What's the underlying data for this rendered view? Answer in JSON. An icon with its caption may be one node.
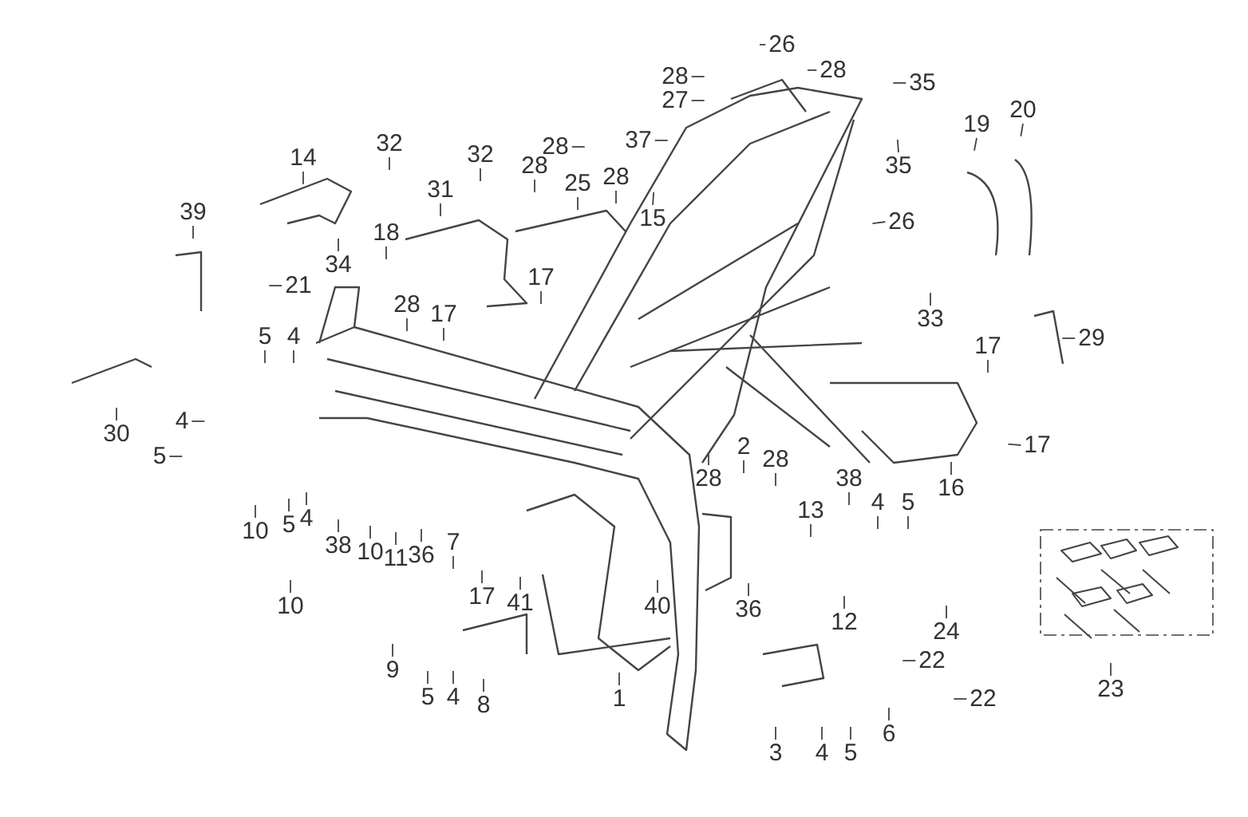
{
  "diagram": {
    "nodes": [
      {
        "text": [
          "26"
        ]
      },
      {
        "text": [
          "28"
        ]
      },
      {
        "text": [
          "28"
        ]
      },
      {
        "text": [
          "35"
        ]
      },
      {
        "text": [
          "27"
        ]
      },
      {
        "text": [
          "37"
        ]
      },
      {
        "text": [
          "19"
        ]
      },
      {
        "text": [
          "20"
        ]
      },
      {
        "text": [
          "28"
        ]
      },
      {
        "text": [
          "35"
        ]
      },
      {
        "text": [
          "32"
        ]
      },
      {
        "text": [
          "32"
        ]
      },
      {
        "text": [
          "14"
        ]
      },
      {
        "text": [
          "28"
        ]
      },
      {
        "text": [
          "25"
        ]
      },
      {
        "text": [
          "28"
        ]
      },
      {
        "text": [
          "31"
        ]
      },
      {
        "text": [
          "39"
        ]
      },
      {
        "text": [
          "15"
        ]
      },
      {
        "text": [
          "26"
        ]
      },
      {
        "text": [
          "18"
        ]
      },
      {
        "text": [
          "34"
        ]
      },
      {
        "text": [
          "21"
        ]
      },
      {
        "text": [
          "33"
        ]
      },
      {
        "text": [
          "17"
        ]
      },
      {
        "text": [
          "28"
        ]
      },
      {
        "text": [
          "17"
        ]
      },
      {
        "text": [
          "5"
        ]
      },
      {
        "text": [
          "4"
        ]
      },
      {
        "text": [
          "29"
        ]
      },
      {
        "text": [
          "17"
        ]
      },
      {
        "text": [
          "4"
        ]
      },
      {
        "text": [
          "30"
        ]
      },
      {
        "text": [
          "5"
        ]
      },
      {
        "text": [
          "17"
        ]
      },
      {
        "text": [
          "28"
        ]
      },
      {
        "text": [
          "2"
        ]
      },
      {
        "text": [
          "28"
        ]
      },
      {
        "text": [
          "13"
        ]
      },
      {
        "text": [
          "38"
        ]
      },
      {
        "text": [
          "4"
        ]
      },
      {
        "text": [
          "5"
        ]
      },
      {
        "text": [
          "16"
        ]
      },
      {
        "text": [
          "10"
        ]
      },
      {
        "text": [
          "5"
        ]
      },
      {
        "text": [
          "4"
        ]
      },
      {
        "text": [
          "38"
        ]
      },
      {
        "text": [
          "10"
        ]
      },
      {
        "text": [
          "11"
        ]
      },
      {
        "text": [
          "36"
        ]
      },
      {
        "text": [
          "7"
        ]
      },
      {
        "text": [
          "17"
        ]
      },
      {
        "text": [
          "41"
        ]
      },
      {
        "text": [
          "10"
        ]
      },
      {
        "text": [
          "40"
        ]
      },
      {
        "text": [
          "36"
        ]
      },
      {
        "text": [
          "12"
        ]
      },
      {
        "text": [
          "24"
        ]
      },
      {
        "text": [
          "22"
        ]
      },
      {
        "text": [
          "9"
        ]
      },
      {
        "text": [
          "5"
        ]
      },
      {
        "text": [
          "4"
        ]
      },
      {
        "text": [
          "8"
        ]
      },
      {
        "text": [
          "1"
        ]
      },
      {
        "text": [
          "22"
        ]
      },
      {
        "text": [
          "23"
        ]
      },
      {
        "text": [
          "6"
        ]
      },
      {
        "text": [
          "3"
        ]
      },
      {
        "text": [
          "4"
        ]
      },
      {
        "text": [
          "5"
        ]
      }
    ],
    "edges": [
      {
        "from": 0,
        "to": null,
        "arrow": "none"
      },
      {
        "from": 1,
        "to": null,
        "arrow": "none"
      },
      {
        "from": 2,
        "to": null,
        "arrow": "none"
      },
      {
        "from": 3,
        "to": null,
        "arrow": "none"
      },
      {
        "from": 4,
        "to": null,
        "arrow": "none"
      },
      {
        "from": 5,
        "to": null,
        "arrow": "none"
      },
      {
        "from": 6,
        "to": null,
        "arrow": "none"
      },
      {
        "from": 7,
        "to": null,
        "arrow": "none"
      },
      {
        "from": 8,
        "to": null,
        "arrow": "none"
      },
      {
        "from": 9,
        "to": null,
        "arrow": "none"
      },
      {
        "from": 10,
        "to": null,
        "arrow": "none"
      },
      {
        "from": 11,
        "to": null,
        "arrow": "none"
      },
      {
        "from": 12,
        "to": null,
        "arrow": "none"
      },
      {
        "from": 13,
        "to": null,
        "arrow": "none"
      },
      {
        "from": 14,
        "to": null,
        "arrow": "none"
      },
      {
        "from": 15,
        "to": null,
        "arrow": "none"
      },
      {
        "from": 16,
        "to": null,
        "arrow": "none"
      },
      {
        "from": 17,
        "to": null,
        "arrow": "none"
      },
      {
        "from": 18,
        "to": null,
        "arrow": "none"
      },
      {
        "from": 19,
        "to": null,
        "arrow": "none"
      },
      {
        "from": 20,
        "to": null,
        "arrow": "none"
      },
      {
        "from": 21,
        "to": null,
        "arrow": "none"
      },
      {
        "from": 22,
        "to": null,
        "arrow": "none"
      },
      {
        "from": 23,
        "to": null,
        "arrow": "none"
      },
      {
        "from": 24,
        "to": null,
        "arrow": "none"
      },
      {
        "from": 25,
        "to": null,
        "arrow": "none"
      },
      {
        "from": 26,
        "to": null,
        "arrow": "none"
      },
      {
        "from": 27,
        "to": null,
        "arrow": "none"
      },
      {
        "from": 28,
        "to": null,
        "arrow": "none"
      },
      {
        "from": 29,
        "to": null,
        "arrow": "none"
      },
      {
        "from": 30,
        "to": null,
        "arrow": "none"
      },
      {
        "from": 31,
        "to": null,
        "arrow": "none"
      },
      {
        "from": 32,
        "to": null,
        "arrow": "none"
      },
      {
        "from": 33,
        "to": null,
        "arrow": "none"
      },
      {
        "from": 34,
        "to": null,
        "arrow": "none"
      },
      {
        "from": 35,
        "to": null,
        "arrow": "none"
      },
      {
        "from": 36,
        "to": null,
        "arrow": "none"
      },
      {
        "from": 37,
        "to": null,
        "arrow": "none"
      },
      {
        "from": 38,
        "to": null,
        "arrow": "none"
      },
      {
        "from": 39,
        "to": null,
        "arrow": "none"
      },
      {
        "from": 40,
        "to": null,
        "arrow": "none"
      },
      {
        "from": 41,
        "to": null,
        "arrow": "none"
      },
      {
        "from": 42,
        "to": null,
        "arrow": "none"
      },
      {
        "from": 43,
        "to": null,
        "arrow": "none"
      },
      {
        "from": 44,
        "to": null,
        "arrow": "none"
      },
      {
        "from": 45,
        "to": null,
        "arrow": "none"
      },
      {
        "from": 46,
        "to": null,
        "arrow": "none"
      },
      {
        "from": 47,
        "to": null,
        "arrow": "none"
      },
      {
        "from": 48,
        "to": null,
        "arrow": "none"
      },
      {
        "from": 49,
        "to": null,
        "arrow": "none"
      },
      {
        "from": 50,
        "to": null,
        "arrow": "none"
      },
      {
        "from": 51,
        "to": null,
        "arrow": "none"
      },
      {
        "from": 52,
        "to": null,
        "arrow": "none"
      },
      {
        "from": 53,
        "to": null,
        "arrow": "none"
      },
      {
        "from": 54,
        "to": null,
        "arrow": "none"
      },
      {
        "from": 55,
        "to": null,
        "arrow": "none"
      },
      {
        "from": 56,
        "to": null,
        "arrow": "none"
      },
      {
        "from": 57,
        "to": null,
        "arrow": "none"
      },
      {
        "from": 58,
        "to": null,
        "arrow": "none"
      },
      {
        "from": 59,
        "to": null,
        "arrow": "none"
      },
      {
        "from": 60,
        "to": null,
        "arrow": "none"
      },
      {
        "from": 61,
        "to": null,
        "arrow": "none"
      },
      {
        "from": 62,
        "to": null,
        "arrow": "none"
      },
      {
        "from": 63,
        "to": null,
        "arrow": "none"
      },
      {
        "from": 64,
        "to": null,
        "arrow": "none"
      },
      {
        "from": 65,
        "to": null,
        "arrow": "none"
      },
      {
        "from": 66,
        "to": null,
        "arrow": "none"
      },
      {
        "from": 67,
        "to": null,
        "arrow": "none"
      },
      {
        "from": 68,
        "to": null,
        "arrow": "none"
      },
      {
        "from": 69,
        "to": null,
        "arrow": "none"
      }
    ]
  }
}
